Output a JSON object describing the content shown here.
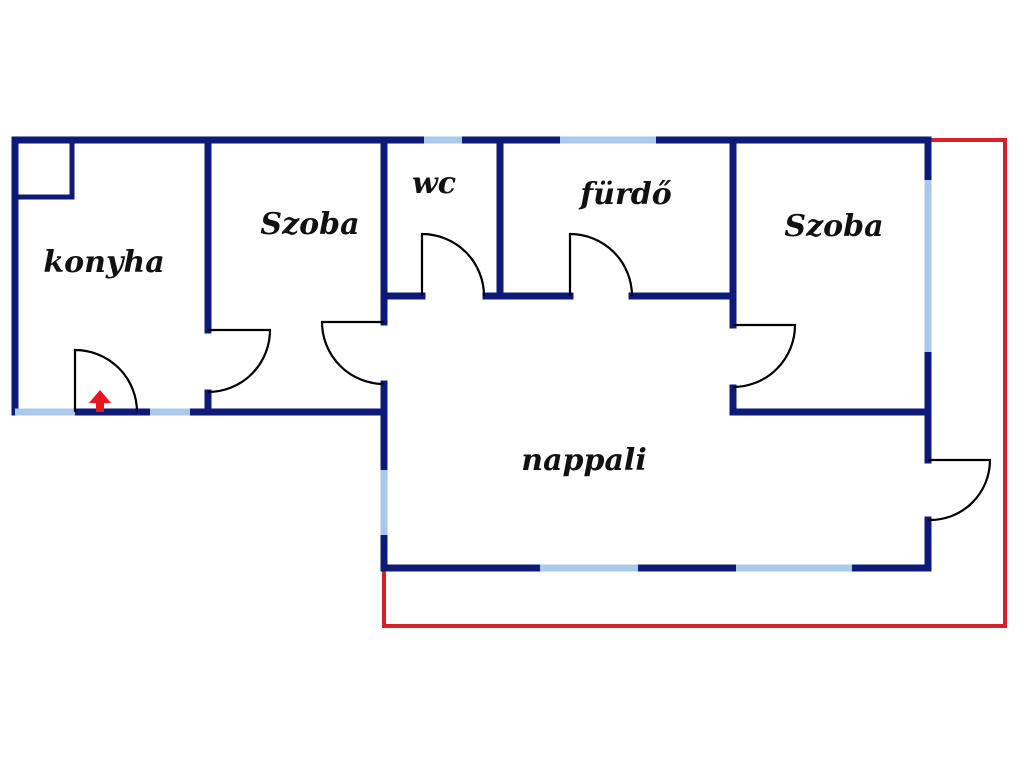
{
  "plan": {
    "rooms": [
      {
        "id": "konyha",
        "label": "konyha"
      },
      {
        "id": "szoba-left",
        "label": "Szoba"
      },
      {
        "id": "wc",
        "label": "wc"
      },
      {
        "id": "furdo",
        "label": "fürdő"
      },
      {
        "id": "szoba-right",
        "label": "Szoba"
      },
      {
        "id": "nappali",
        "label": "nappali"
      }
    ],
    "colors": {
      "wall": "#0d1a7a",
      "window": "#a9c8ea",
      "door": "#000000",
      "property_boundary": "#d8202a",
      "entrance_arrow": "#e8141e"
    },
    "entrance_icon": "entrance-arrow-icon"
  }
}
